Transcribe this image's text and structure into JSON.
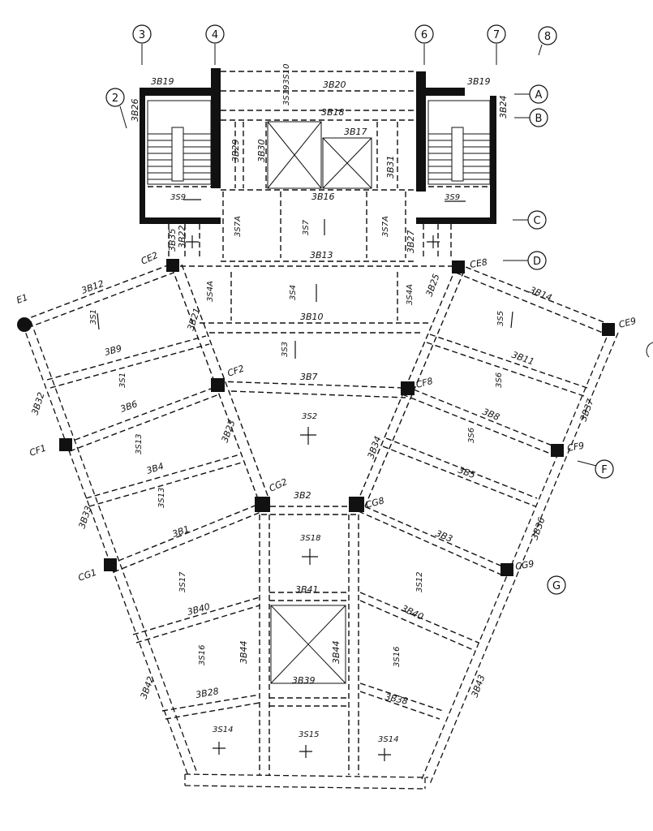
{
  "grid_labels": {
    "g3": "3",
    "g4": "4",
    "g6": "6",
    "g7": "7",
    "g8": "8",
    "g2": "2",
    "gA": "A",
    "gB": "B",
    "gC": "C",
    "gD": "D",
    "gF": "F",
    "gG": "G"
  },
  "columns": {
    "ce2": "CE2",
    "ce8": "CE8",
    "ce9": "CE9",
    "cf2": "CF2",
    "cf8": "CF8",
    "cf1": "CF1",
    "cf9": "CF9",
    "cg2": "CG2",
    "cg8": "CG8",
    "cg1": "CG1",
    "cg9": "CG9",
    "e1": "E1"
  },
  "beams": {
    "b19a": "3B19",
    "b19b": "3B19",
    "b26": "3B26",
    "b24": "3B24",
    "b20": "3B20",
    "b18": "3B18",
    "b17": "3B17",
    "b16": "3B16",
    "b13": "3B13",
    "b12": "3B12",
    "b14": "3B14",
    "b10": "3B10",
    "b9": "3B9",
    "b11": "3B11",
    "b7": "3B7",
    "b6": "3B6",
    "b8": "3B8",
    "b4": "3B4",
    "b5": "3B5",
    "b2": "3B2",
    "b1": "3B1",
    "b3": "3B3",
    "b41": "3B41",
    "b40a": "3B40",
    "b40b": "3B40",
    "b39": "3B39",
    "b28": "3B28",
    "b38": "3B38",
    "b32": "3B32",
    "b33": "3B33",
    "b37": "3B37",
    "b36": "3B36",
    "b21": "3B21",
    "b34": "3B34",
    "b22": "3B22",
    "b23": "3B23",
    "b25": "3B25",
    "b27": "3B27",
    "b35": "3B35",
    "b44a": "3B44",
    "b44b": "3B44",
    "b42": "3B42",
    "b43": "3B43",
    "b29": "3B29",
    "b30": "3B30",
    "b31": "3B31"
  },
  "slabs": {
    "s9a": "3S9",
    "s9b": "3S9",
    "s7": "3S7",
    "s7a": "3S7A",
    "s7b": "3S7A",
    "s4": "3S4",
    "s4a": "3S4A",
    "s4b": "3S4A",
    "s3": "3S3",
    "s1": "3S1",
    "s5": "3S5",
    "s2": "3S2",
    "s6": "3S6",
    "s1b": "3S1",
    "s6b": "3S6",
    "s13": "3S13",
    "s13b": "3S13",
    "s18": "3S18",
    "s17": "3S17",
    "s12": "3S12",
    "s16": "3S16",
    "s16b": "3S16",
    "s14a": "3S14",
    "s15": "3S15",
    "s14b": "3S14",
    "s10": "3S10",
    "s19": "3S19"
  }
}
